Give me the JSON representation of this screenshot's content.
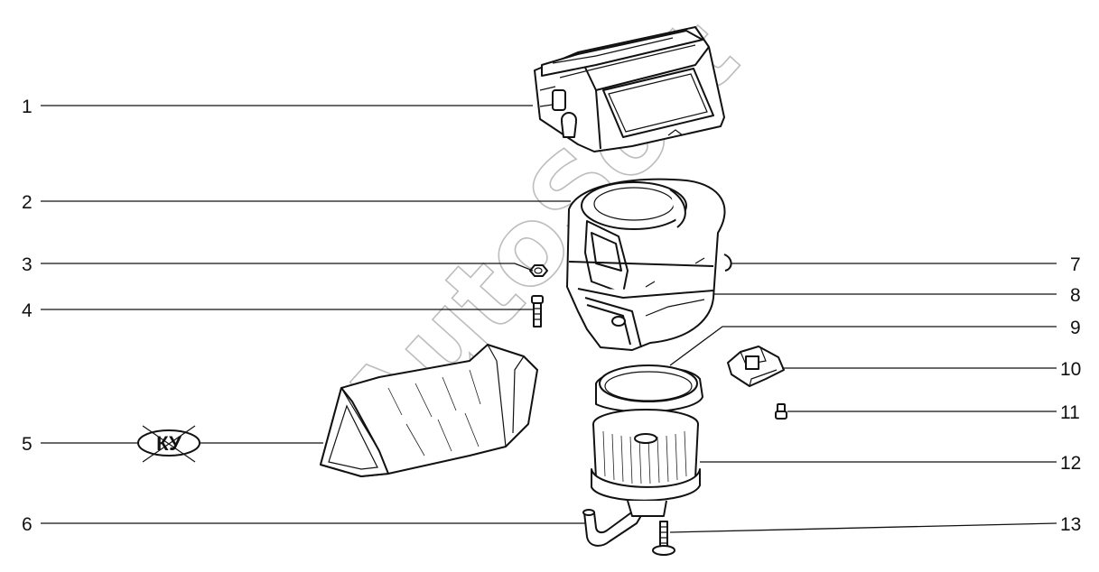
{
  "watermark": "AutoSoft",
  "callouts": [
    {
      "id": "1",
      "label": "1",
      "side": "left"
    },
    {
      "id": "2",
      "label": "2",
      "side": "left"
    },
    {
      "id": "3",
      "label": "3",
      "side": "left"
    },
    {
      "id": "4",
      "label": "4",
      "side": "left"
    },
    {
      "id": "5",
      "label": "5",
      "side": "left"
    },
    {
      "id": "6",
      "label": "6",
      "side": "left"
    },
    {
      "id": "7",
      "label": "7",
      "side": "right"
    },
    {
      "id": "8",
      "label": "8",
      "side": "right"
    },
    {
      "id": "9",
      "label": "9",
      "side": "right"
    },
    {
      "id": "10",
      "label": "10",
      "side": "right"
    },
    {
      "id": "11",
      "label": "11",
      "side": "right"
    },
    {
      "id": "12",
      "label": "12",
      "side": "right"
    },
    {
      "id": "13",
      "label": "13",
      "side": "right"
    }
  ],
  "ku_mark": "КУ"
}
